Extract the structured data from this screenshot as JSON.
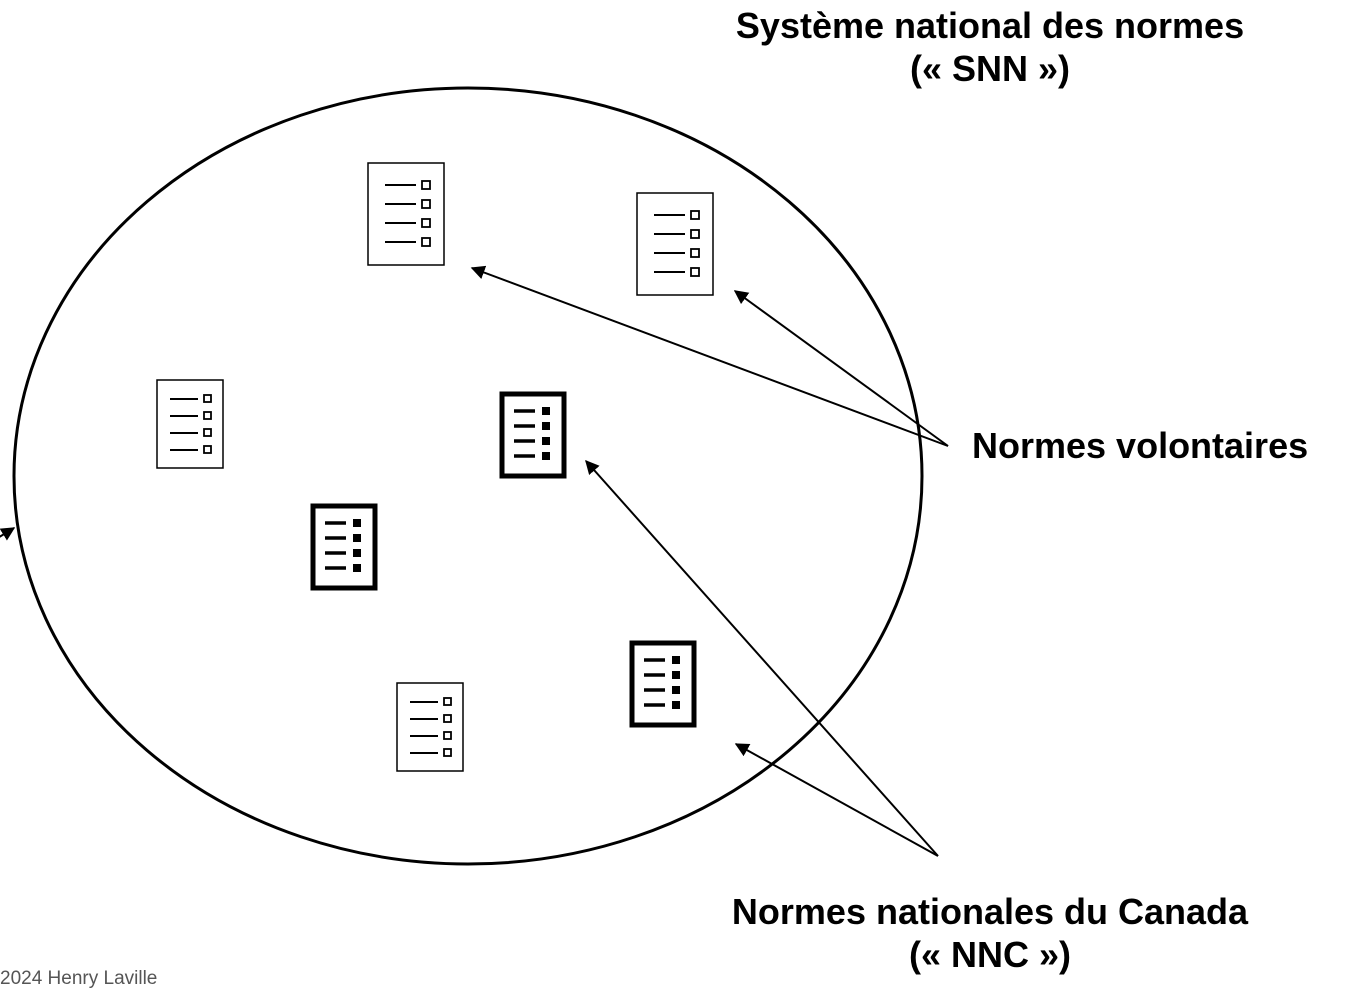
{
  "snn": {
    "line1": "Système national des normes",
    "line2": "(« SNN »)"
  },
  "volontaires": {
    "label": "Normes volontaires"
  },
  "nnc": {
    "line1": "Normes nationales du Canada",
    "line2": "(« NNC »)"
  },
  "copyright": "2024 Henry Laville",
  "icons": {
    "voluntary": "document-checklist-outline-icon",
    "national": "document-checklist-bold-icon"
  }
}
